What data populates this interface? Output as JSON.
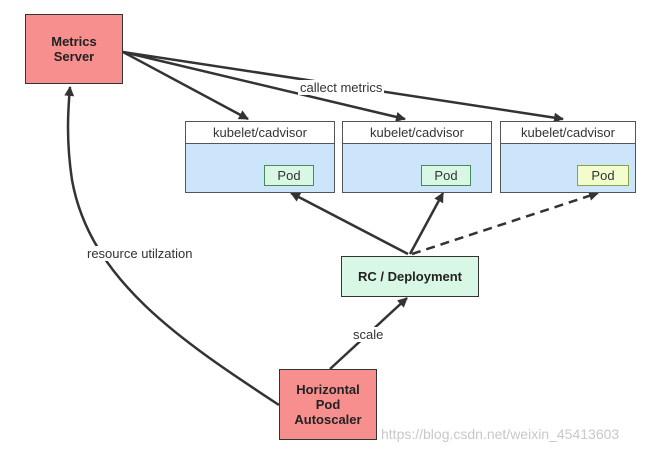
{
  "metrics_server": "Metrics\nServer",
  "hpa": "Horizontal\nPod\nAutoscaler",
  "rc_deployment": "RC / Deployment",
  "nodes": [
    {
      "title": "kubelet/cadvisor",
      "pod": "Pod"
    },
    {
      "title": "kubelet/cadvisor",
      "pod": "Pod"
    },
    {
      "title": "kubelet/cadvisor",
      "pod": "Pod"
    }
  ],
  "edge_labels": {
    "collect": "callect metrics",
    "resource": "resource utilzation",
    "scale": "scale"
  },
  "watermark": "https://blog.csdn.net/weixin_45413603",
  "colors": {
    "red_box": "#f88f8f",
    "green_box": "#d8f7e4",
    "node_body": "#cce5fb",
    "pending_pod": "#f3fccd",
    "arrow": "#333333"
  }
}
